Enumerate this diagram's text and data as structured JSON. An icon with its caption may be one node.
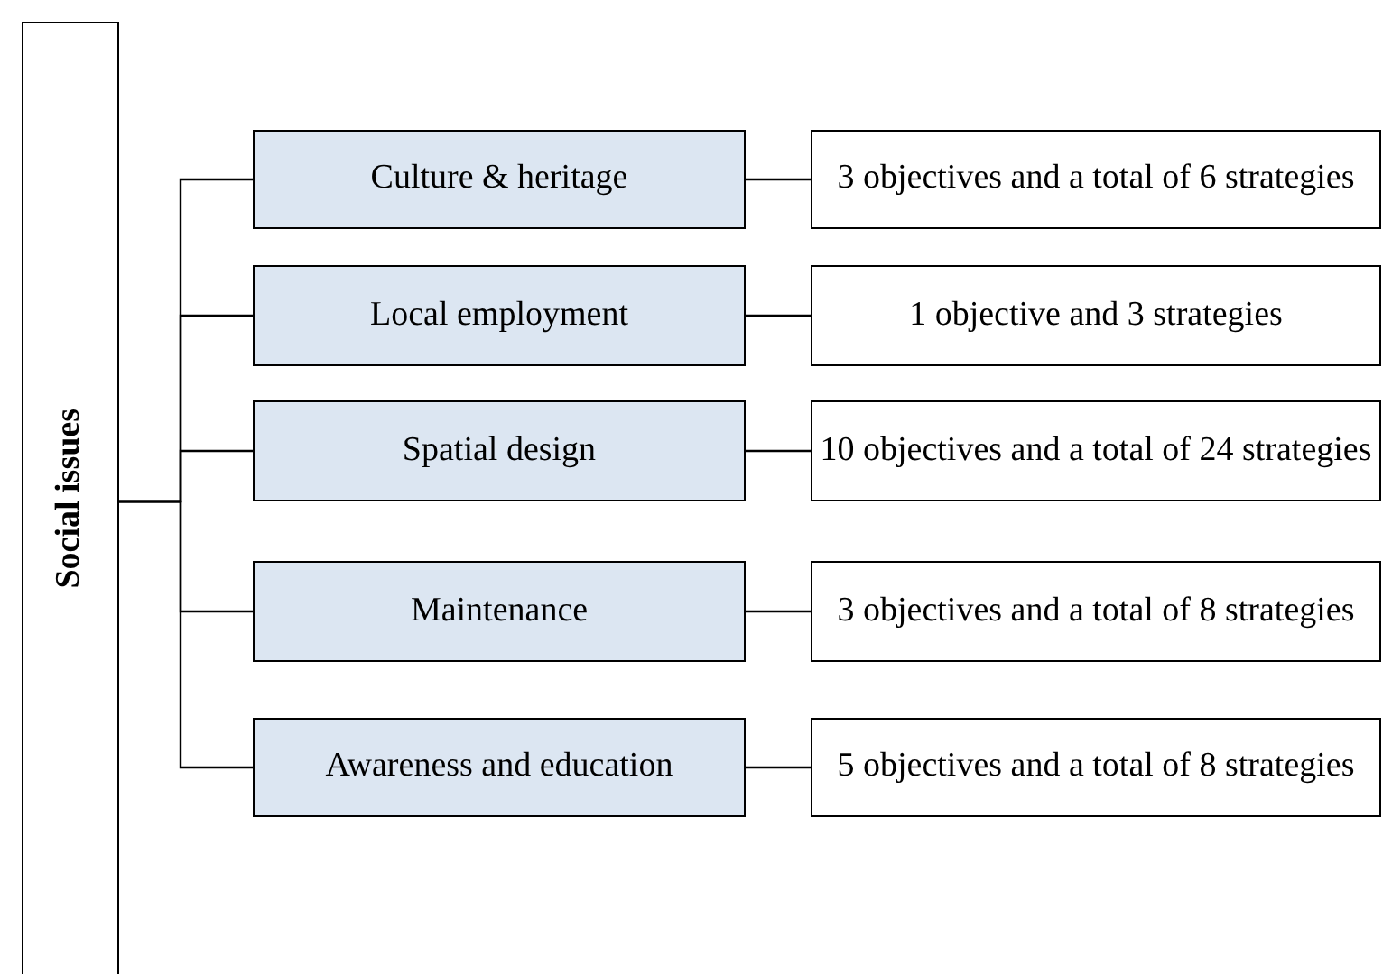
{
  "diagram": {
    "nodes": [
      {
        "text": [
          "Social issues"
        ]
      },
      {
        "text": [
          "Culture & heritage"
        ]
      },
      {
        "text": [
          "3 objectives and a total of 6 strategies"
        ]
      },
      {
        "text": [
          "Local employment"
        ]
      },
      {
        "text": [
          "1 objective and 3 strategies"
        ]
      },
      {
        "text": [
          "Spatial design"
        ]
      },
      {
        "text": [
          "10 objectives and a total of 24 strategies"
        ]
      },
      {
        "text": [
          "Maintenance"
        ]
      },
      {
        "text": [
          "3 objectives and a total of 8 strategies"
        ]
      },
      {
        "text": [
          "Awareness and education"
        ]
      },
      {
        "text": [
          "5 objectives and a total of 8 strategies"
        ]
      }
    ],
    "edges": [
      {
        "from": 0,
        "to": 1,
        "arrow": "none"
      },
      {
        "from": 0,
        "to": 3,
        "arrow": "none"
      },
      {
        "from": 0,
        "to": 5,
        "arrow": "none"
      },
      {
        "from": 0,
        "to": 7,
        "arrow": "none"
      },
      {
        "from": 0,
        "to": 9,
        "arrow": "none"
      },
      {
        "from": 1,
        "to": 2,
        "arrow": "none"
      },
      {
        "from": 3,
        "to": 4,
        "arrow": "none"
      },
      {
        "from": 5,
        "to": 6,
        "arrow": "none"
      },
      {
        "from": 7,
        "to": 8,
        "arrow": "none"
      },
      {
        "from": 9,
        "to": 10,
        "arrow": "none"
      }
    ]
  }
}
